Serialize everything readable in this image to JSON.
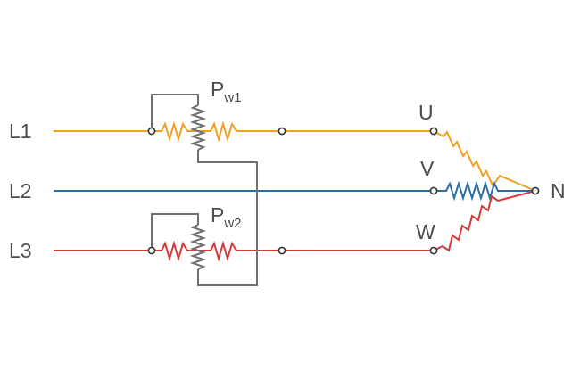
{
  "lines": {
    "l1": "L1",
    "l2": "L2",
    "l3": "L3"
  },
  "terminals": {
    "u": "U",
    "v": "V",
    "w": "W",
    "n": "N"
  },
  "wattmeters": {
    "pw1": {
      "symbol": "P",
      "subscript": "w1"
    },
    "pw2": {
      "symbol": "P",
      "subscript": "w2"
    }
  },
  "colors": {
    "phase_l1": "#f0a020",
    "phase_l2": "#2b6ea5",
    "phase_l3": "#d63a3a",
    "meter_wiring": "#707070",
    "text": "#4d4d4d"
  }
}
